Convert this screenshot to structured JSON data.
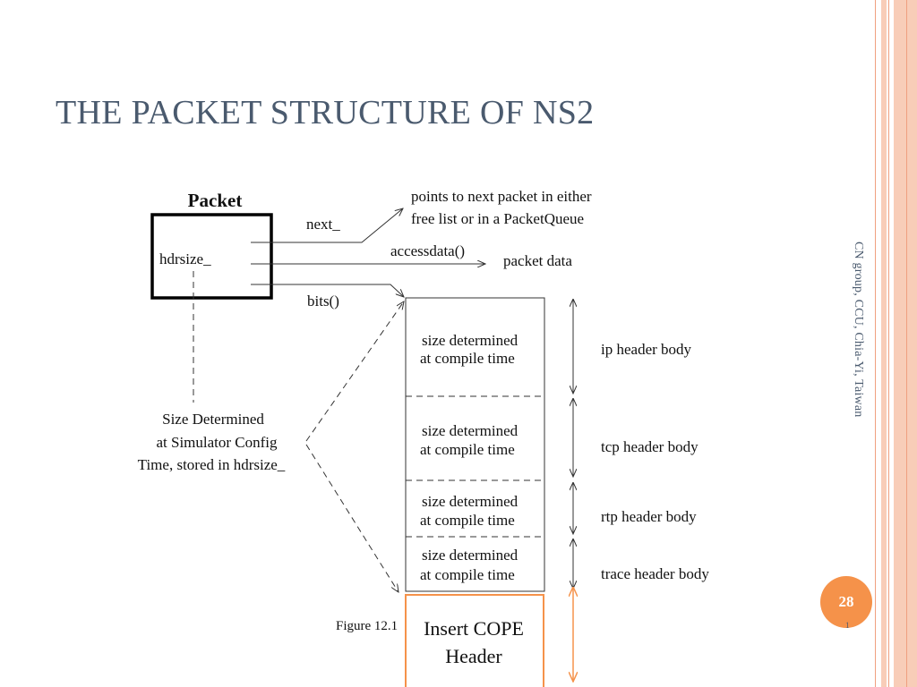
{
  "title": "THE PACKET STRUCTURE OF NS2",
  "side_text": "CN group, CCU, Chia-Yi, Taiwan",
  "page_number": "28",
  "page_sub": "1",
  "colors": {
    "accent": "#f5924a",
    "title": "#4a5a6e",
    "edge_pink": "#f8cdb8",
    "edge_line": "#f0a080"
  },
  "diagram": {
    "packet_label": "Packet",
    "hdrsize_label": "hdrsize_",
    "next_label": "next_",
    "accessdata_label": "accessdata()",
    "bits_label": "bits()",
    "next_note": [
      "points to next packet in either",
      "free list or in a PacketQueue"
    ],
    "packet_data_label": "packet data",
    "size_config_note": [
      "Size Determined",
      "at Simulator Config",
      "Time, stored in hdrsize_"
    ],
    "headers": [
      {
        "cell": [
          "size determined",
          "at compile time"
        ],
        "label": "ip header body"
      },
      {
        "cell": [
          "size determined",
          "at compile time"
        ],
        "label": "tcp header body"
      },
      {
        "cell": [
          "size determined",
          "at compile time"
        ],
        "label": "rtp header body"
      },
      {
        "cell": [
          "size determined",
          "at compile time"
        ],
        "label": "trace header body"
      }
    ],
    "cope_box": [
      "Insert COPE",
      "Header"
    ],
    "figure_caption": "Figure 12.1"
  }
}
